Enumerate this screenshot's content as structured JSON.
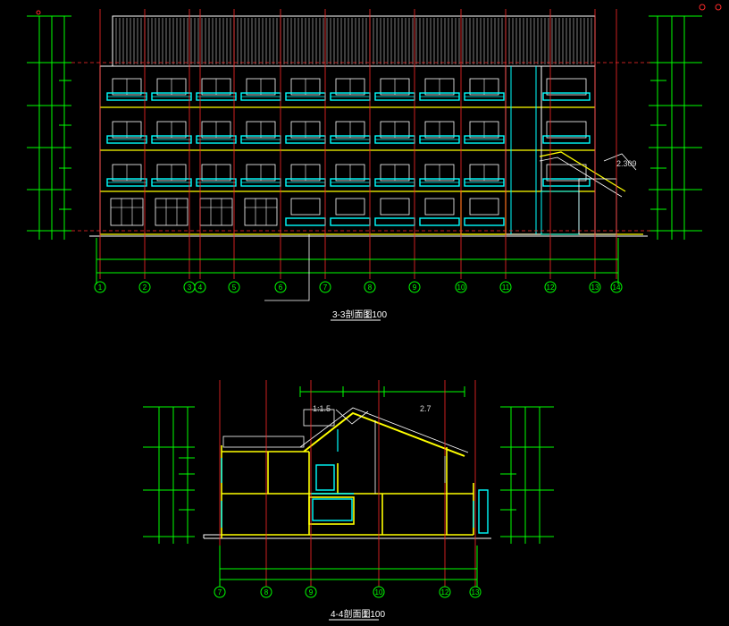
{
  "drawing": {
    "section_3_3": {
      "title": "3-3剖面图",
      "scale": "1:100",
      "axis_labels": [
        "1",
        "2",
        "3",
        "4",
        "5",
        "6",
        "7",
        "8",
        "9",
        "10",
        "11",
        "12",
        "13",
        "14"
      ],
      "note_right": "2.309"
    },
    "section_4_4": {
      "title": "4-4剖面图",
      "scale": "1:100",
      "axis_labels": [
        "7",
        "8",
        "9",
        "10",
        "12",
        "13"
      ],
      "slope_labels": [
        "1:1.5",
        "2.7"
      ]
    }
  },
  "colors": {
    "background": "#000000",
    "wall": "#ffff00",
    "window": "#00ffff",
    "axis": "#ff2a2a",
    "dimension": "#00ff00",
    "text": "#ffffff"
  }
}
